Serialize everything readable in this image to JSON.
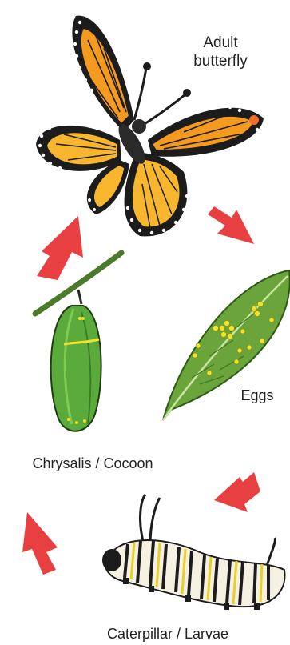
{
  "diagram": {
    "stages": {
      "adult": "Adult butterfly",
      "eggs": "Eggs",
      "caterpillar": "Caterpillar / Larvae",
      "chrysalis": "Chrysalis / Cocoon"
    },
    "colors": {
      "wing_orange": "#f39a1f",
      "wing_light": "#f7b62e",
      "wing_border": "#1c1c1c",
      "arrow_red": "#e84040",
      "leaf_green": "#6aa43a",
      "leaf_dark": "#3f7a24",
      "egg_yellow": "#f2e22a",
      "chrysalis_green": "#5bab3c"
    }
  }
}
